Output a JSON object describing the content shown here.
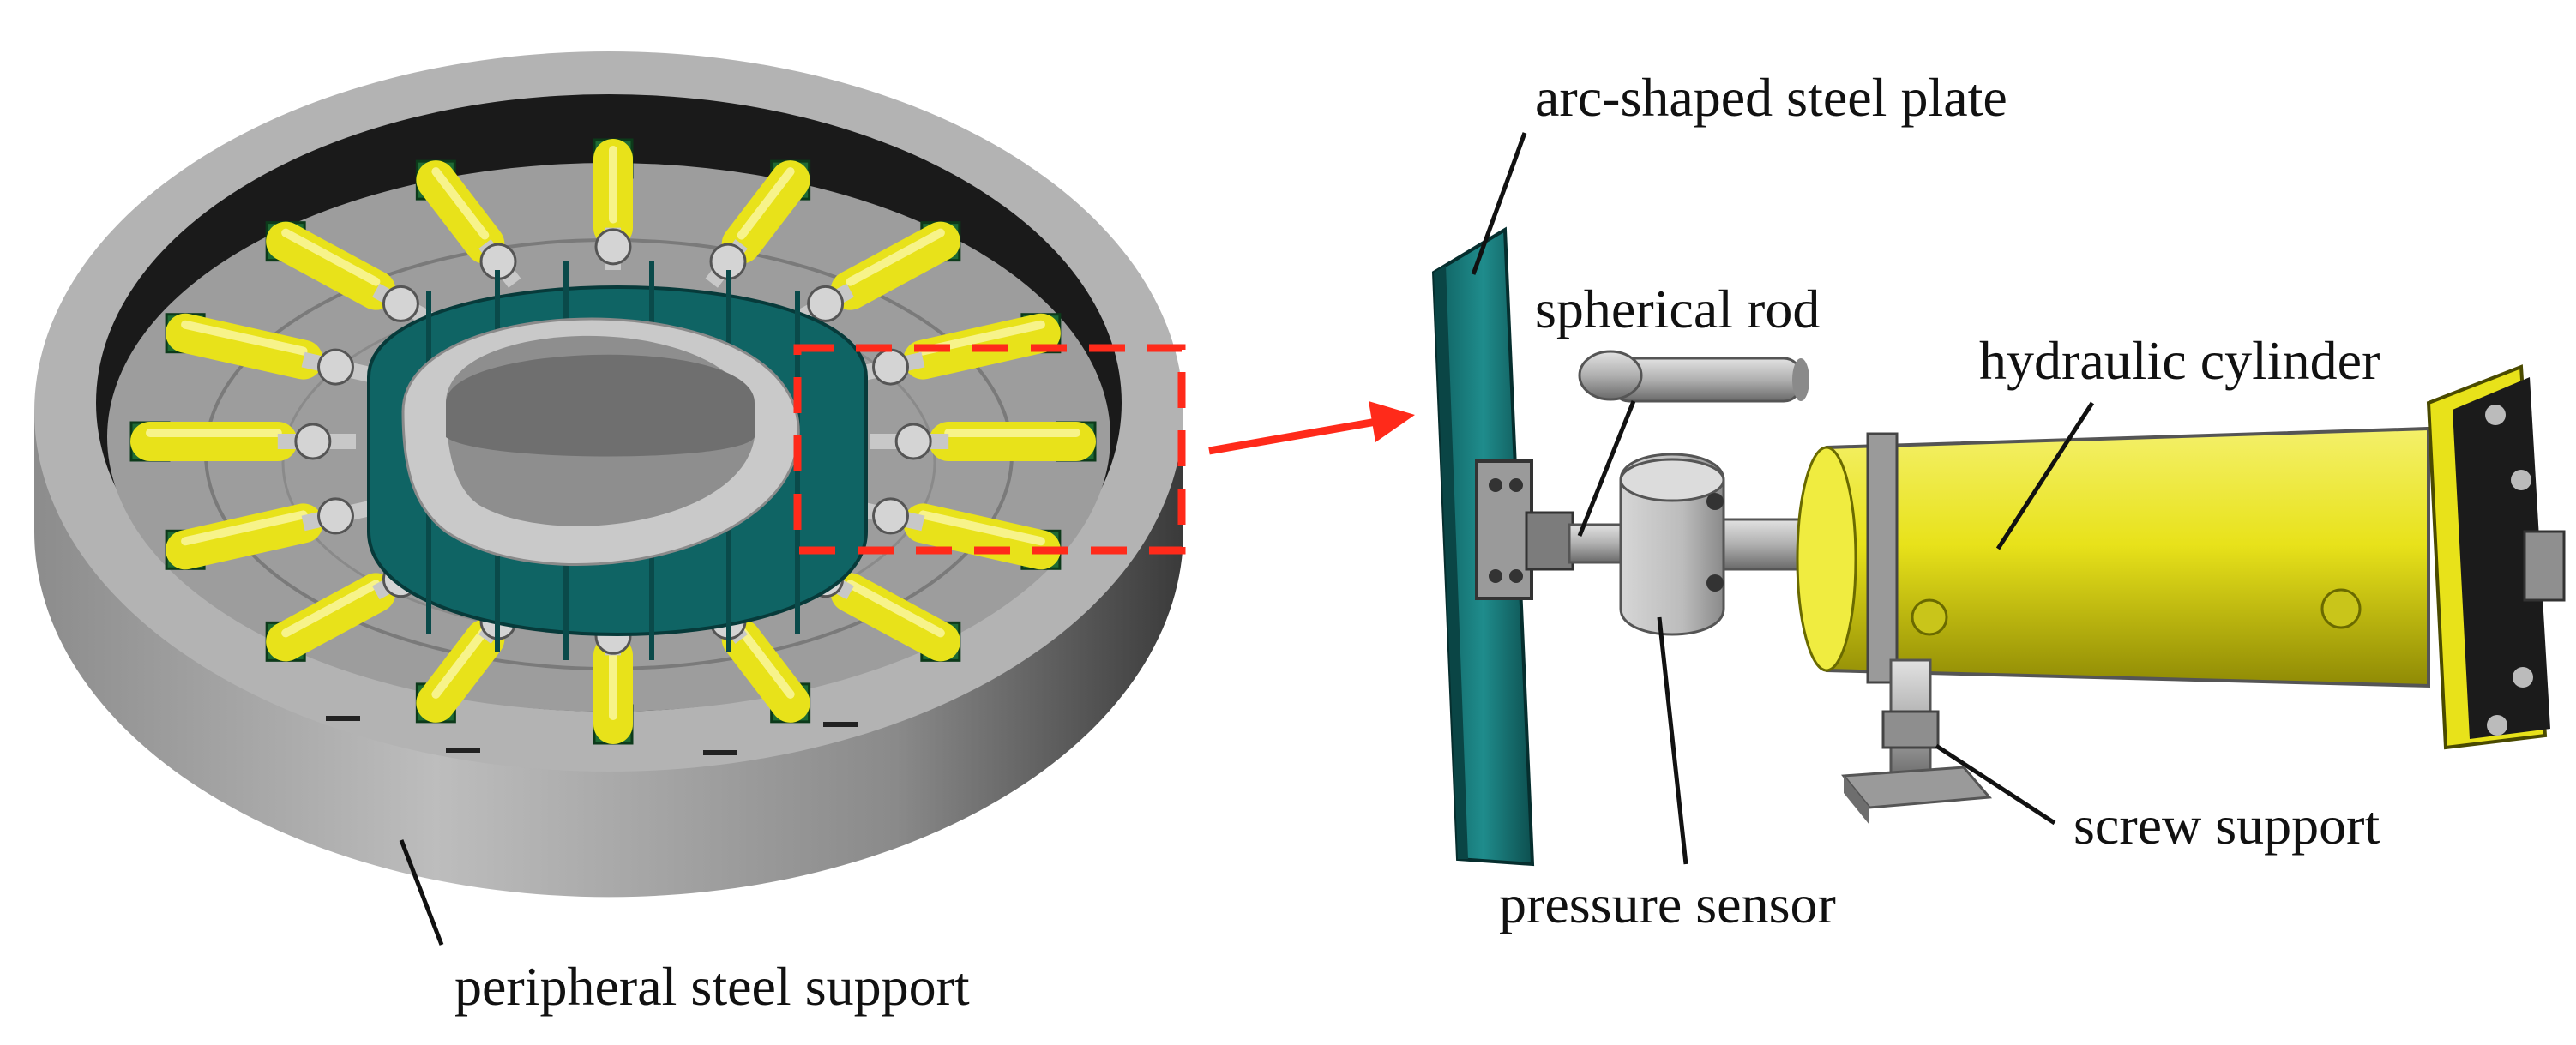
{
  "labels": {
    "arc_plate": "arc-shaped steel plate",
    "spherical_rod": "spherical rod",
    "hydraulic_cylinder": "hydraulic cylinder",
    "pressure_sensor": "pressure sensor",
    "screw_support": "screw support",
    "peripheral_support": "peripheral steel support"
  },
  "colors": {
    "steel_gray": "#a8a8a8",
    "steel_dark": "#6e6e6e",
    "cylinder_yellow": "#e8e21a",
    "plate_teal": "#1f8c8c",
    "mount_green": "#1f6b34",
    "highlight_red": "#ff2a1a"
  }
}
